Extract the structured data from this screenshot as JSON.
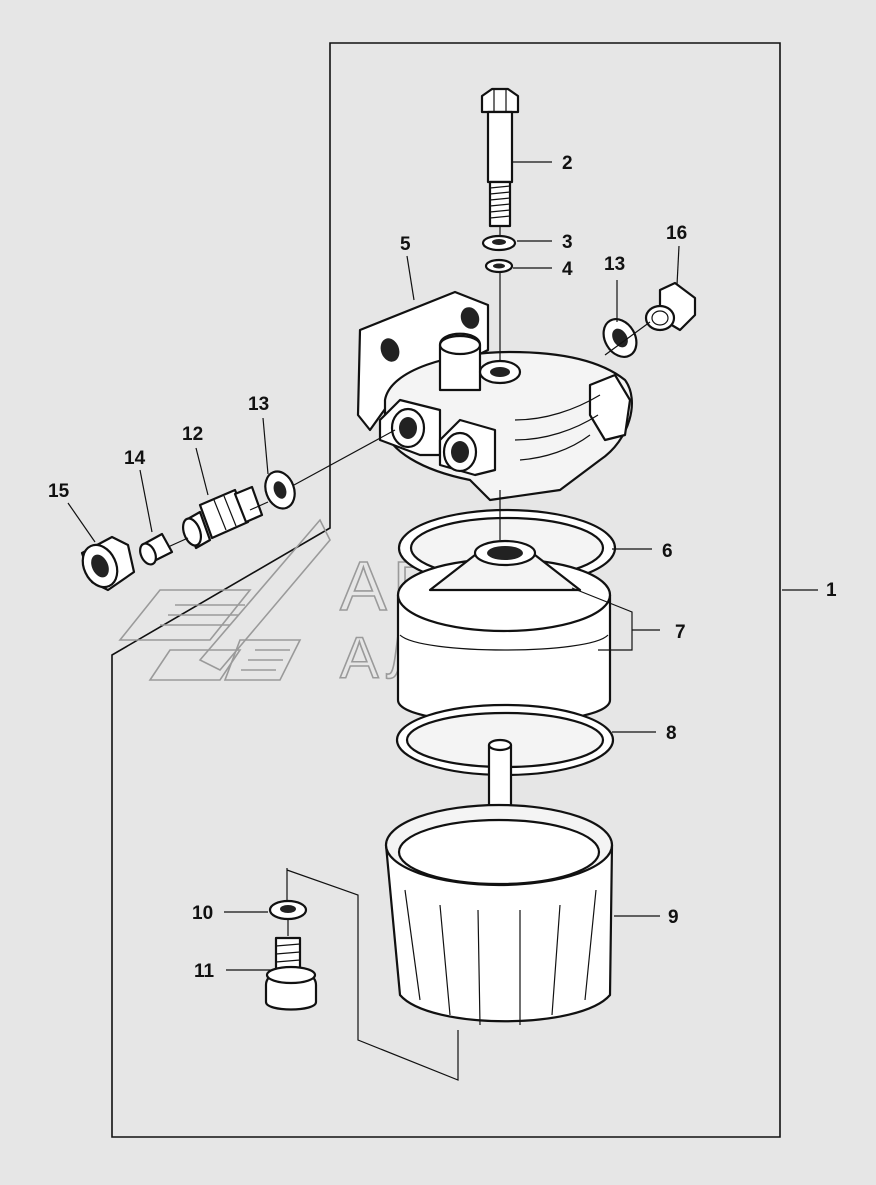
{
  "callouts": {
    "c1": "1",
    "c2": "2",
    "c3": "3",
    "c4": "4",
    "c5": "5",
    "c6": "6",
    "c7": "7",
    "c8": "8",
    "c9": "9",
    "c10": "10",
    "c11": "11",
    "c12": "12",
    "c13a": "13",
    "c13b": "13",
    "c14": "14",
    "c15": "15",
    "c16": "16"
  },
  "watermark": {
    "line1": "АВТО",
    "line2": "АЛЬЯНС"
  },
  "colors": {
    "background": "#e6e6e6",
    "ink": "#111111",
    "watermark": "#9a9a9a"
  }
}
